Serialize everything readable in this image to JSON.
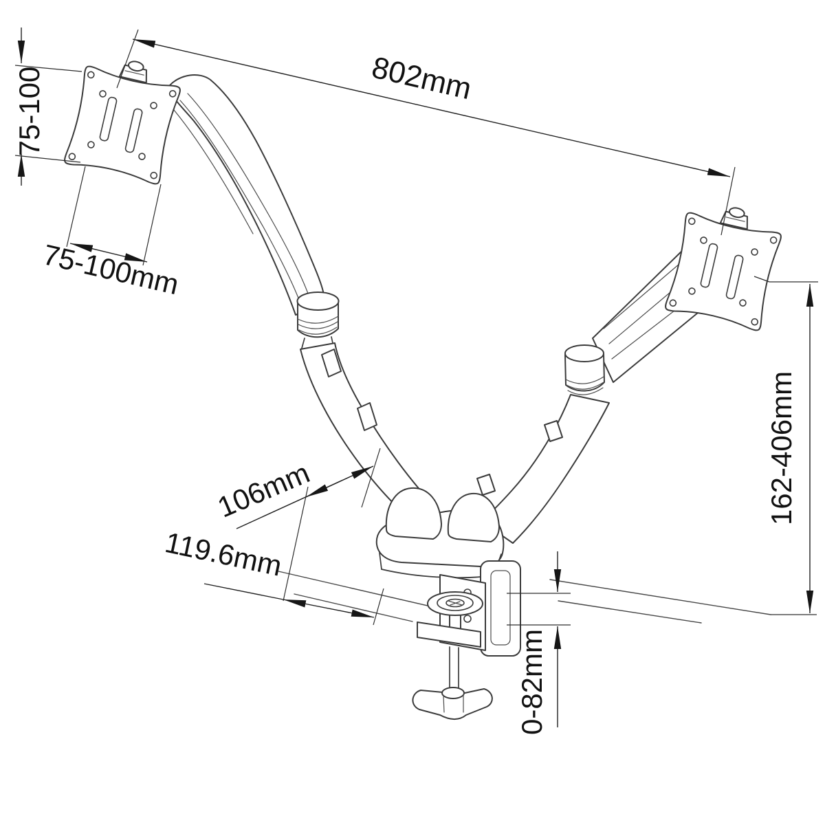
{
  "diagram": {
    "background_color": "#ffffff",
    "line_color": "#3a3a3a",
    "text_color": "#111111",
    "labels": {
      "reach": "802mm",
      "vesa_vertical": "75-100",
      "vesa_horizontal": "75-100mm",
      "arm_width": "106mm",
      "base_depth": "119.6mm",
      "height_range": "162-406mm",
      "clamp_range": "0-82mm"
    }
  }
}
